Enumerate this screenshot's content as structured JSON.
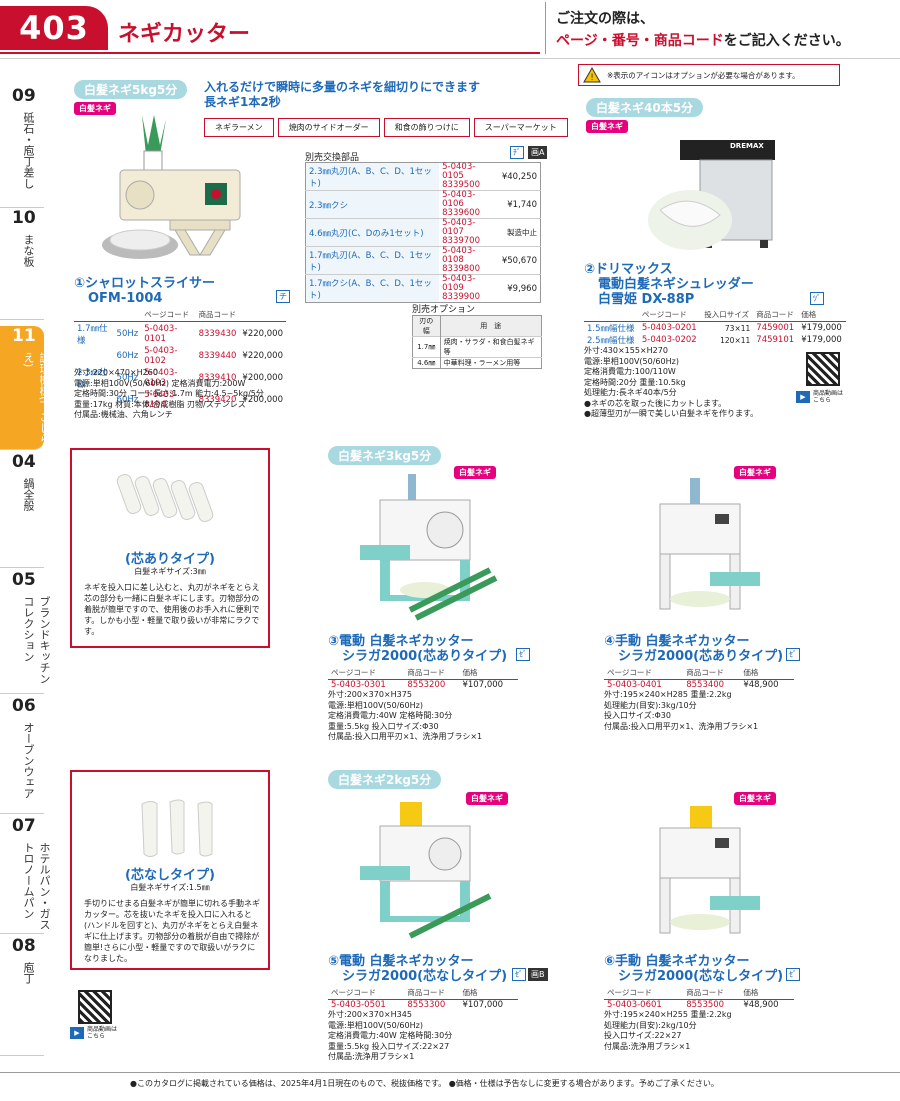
{
  "header": {
    "page_number": "403",
    "title": "ネギカッター",
    "order_line1": "ご注文の際は、",
    "order_line2_hl": "ページ・番号・商品コード",
    "order_line2_rest": "をご記入ください。"
  },
  "side_tabs": [
    {
      "num": "09",
      "label": "砥石・庖丁差し"
    },
    {
      "num": "10",
      "label": "まな板"
    },
    {
      "num": "11",
      "label": "調理機械(下ごしらえ)"
    },
    {
      "num": "04",
      "label": "鍋全般"
    },
    {
      "num": "05",
      "label": "ブランドキッチンコレクション"
    },
    {
      "num": "06",
      "label": "オーブンウェア"
    },
    {
      "num": "07",
      "label": "ホテルパン・ガストロノームパン"
    },
    {
      "num": "08",
      "label": "庖丁"
    }
  ],
  "icon_note": "※表示のアイコンはオプションが必要な場合があります。",
  "p1": {
    "badge": "白髪ネギ5kg5分",
    "tag": "白髪ネギ",
    "headline1": "入れるだけで瞬時に多量のネギを細切りにできます",
    "headline2": "長ネギ1本2秒",
    "keywords": [
      "ネギラーメン",
      "焼肉のサイドオーダー",
      "和食の飾りつけに",
      "スーパーマーケット"
    ],
    "title_num": "①",
    "title1": "シャロットスライサー",
    "title2": "OFM-1004",
    "icon": "チ",
    "th": [
      "",
      "ページコード",
      "商品コード",
      ""
    ],
    "rows": [
      {
        "a": "1.7㎜仕様",
        "b": "50Hz",
        "code": "5-0403-0101",
        "item": "8339430",
        "price": "¥220,000"
      },
      {
        "a": "",
        "b": "60Hz",
        "code": "5-0403-0102",
        "item": "8339440",
        "price": "¥220,000"
      },
      {
        "a": "2.3㎜仕様",
        "b": "50Hz",
        "code": "5-0403-0103",
        "item": "8339410",
        "price": "¥200,000"
      },
      {
        "a": "",
        "b": "60Hz",
        "code": "5-0403-0104",
        "item": "8339420",
        "price": "¥200,000"
      }
    ],
    "spec": [
      "外寸:220×470×H260",
      "電源:単相100V(50/60Hz) 定格消費電力:200W",
      "定格時間:30分 コード長さ:1.7m 能力:4.5~5kg/5分",
      "重量:17kg 材質:本体/合成樹脂 刃物/ステンレス",
      "付属品:機械油、六角レンチ"
    ]
  },
  "parts": {
    "title": "別売交換部品",
    "icons": [
      "ﾁﾞ",
      "画A"
    ],
    "rows": [
      {
        "name": "2.3㎜丸刃(A、B、C、D、1セット)",
        "code": "5-0403-0105",
        "item": "8339500",
        "price": "¥40,250"
      },
      {
        "name": "2.3㎜クシ",
        "code": "5-0403-0106",
        "item": "8339600",
        "price": "¥1,740"
      },
      {
        "name": "4.6㎜丸刃(C、Dのみ1セット)",
        "code": "5-0403-0107",
        "item": "8339700",
        "price": "製造中止"
      },
      {
        "name": "1.7㎜丸刃(A、B、C、D、1セット)",
        "code": "5-0403-0108",
        "item": "8339800",
        "price": "¥50,670"
      },
      {
        "name": "1.7㎜クシ(A、B、C、D、1セット)",
        "code": "5-0403-0109",
        "item": "8339900",
        "price": "¥9,960"
      }
    ],
    "opt_title": "別売オプション",
    "opt_head": [
      "刃の幅",
      "用　途"
    ],
    "opt_rows": [
      {
        "w": "1.7㎜",
        "use": "焼肉・サラダ・和食白髪ネギ等"
      },
      {
        "w": "4.6㎜",
        "use": "中華料理・ラーメン用等"
      }
    ]
  },
  "p2": {
    "badge": "白髪ネギ40本5分",
    "tag": "白髪ネギ",
    "brand": "DREMAX",
    "title_num": "②",
    "title1": "ドリマックス",
    "title2": "電動白髪ネギシュレッダー",
    "title3": "白雪姫 DX-88P",
    "icon": "ﾂﾞ",
    "th": [
      "",
      "ページコード",
      "投入口サイズ",
      "商品コード",
      "価格"
    ],
    "rows": [
      {
        "a": "1.5㎜幅仕様",
        "code": "5-0403-0201",
        "size": "73×11",
        "item": "7459001",
        "price": "¥179,000"
      },
      {
        "a": "2.5㎜幅仕様",
        "code": "5-0403-0202",
        "size": "120×11",
        "item": "7459101",
        "price": "¥179,000"
      }
    ],
    "spec": [
      "外寸:430×155×H270",
      "電源:単相100V(50/60Hz)",
      "定格消費電力:100/110W",
      "定格時間:20分 重量:10.5kg",
      "処理能力:長ネギ40本/5分",
      "●ネギの芯を取った後にカットします。",
      "●超薄型刃が一瞬で美しい白髪ネギを作ります。"
    ],
    "video": "商品動画は\nこちら"
  },
  "type1": {
    "title": "(芯ありタイプ)",
    "size": "白髪ネギサイズ:3㎜",
    "desc": "ネギを投入口に差し込むと、丸刃がネギをとらえ芯の部分も一緒に白髪ネギにします。刃物部分の着脱が簡単ですので、使用後のお手入れに便利です。しかも小型・軽量で取り扱いが非常にラクです。"
  },
  "type2": {
    "title": "(芯なしタイプ)",
    "size": "白髪ネギサイズ:1.5㎜",
    "desc": "手切りにせまる白髪ネギが簡単に切れる手動ネギカッター。芯を抜いたネギを投入口に入れると(ハンドルを回すと)、丸刃がネギをとらえ白髪ネギに仕上げます。刃物部分の着脱が自由で掃除が簡単!さらに小型・軽量ですので取扱いがラクになりました。"
  },
  "p3": {
    "badge": "白髪ネギ3kg5分",
    "tag": "白髪ネギ",
    "title_num": "③",
    "title1": "電動 白髪ネギカッター",
    "title2": "シラガ2000(芯ありタイプ)",
    "icon": "ｾﾞ",
    "th": [
      "ページコード",
      "商品コード",
      "価格"
    ],
    "code": "5-0403-0301",
    "item": "8553200",
    "price": "¥107,000",
    "spec": [
      "外寸:200×370×H375",
      "電源:単相100V(50/60Hz)",
      "定格消費電力:40W 定格時間:30分",
      "重量:5.5kg 投入口サイズ:Φ30",
      "付属品:投入口用平刃×1、洗浄用ブラシ×1"
    ]
  },
  "p4": {
    "tag": "白髪ネギ",
    "title_num": "④",
    "title1": "手動 白髪ネギカッター",
    "title2": "シラガ2000(芯ありタイプ)",
    "icon": "ｾﾞ",
    "th": [
      "ページコード",
      "商品コード",
      "価格"
    ],
    "code": "5-0403-0401",
    "item": "8553400",
    "price": "¥48,900",
    "spec": [
      "外寸:195×240×H285 重量:2.2kg",
      "処理能力(目安):3kg/10分",
      "投入口サイズ:Φ30",
      "付属品:投入口用平刃×1、洗浄用ブラシ×1"
    ]
  },
  "p5": {
    "badge": "白髪ネギ2kg5分",
    "tag": "白髪ネギ",
    "title_num": "⑤",
    "title1": "電動 白髪ネギカッター",
    "title2": "シラガ2000(芯なしタイプ)",
    "icon": "ｾﾞ",
    "icon2": "画B",
    "th": [
      "ページコード",
      "商品コード",
      "価格"
    ],
    "code": "5-0403-0501",
    "item": "8553300",
    "price": "¥107,000",
    "spec": [
      "外寸:200×370×H345",
      "電源:単相100V(50/60Hz)",
      "定格消費電力:40W 定格時間:30分",
      "重量:5.5kg 投入口サイズ:22×27",
      "付属品:洗浄用ブラシ×1"
    ]
  },
  "p6": {
    "tag": "白髪ネギ",
    "title_num": "⑥",
    "title1": "手動 白髪ネギカッター",
    "title2": "シラガ2000(芯なしタイプ)",
    "icon": "ｾﾞ",
    "th": [
      "ページコード",
      "商品コード",
      "価格"
    ],
    "code": "5-0403-0601",
    "item": "8553500",
    "price": "¥48,900",
    "spec": [
      "外寸:195×240×H255 重量:2.2kg",
      "処理能力(目安):2kg/10分",
      "投入口サイズ:22×27",
      "付属品:洗浄用ブラシ×1"
    ]
  },
  "video_bottom": "商品動画は\nこちら",
  "footer": "●このカタログに掲載されている価格は、2025年4月1日現在のもので、税抜価格です。 ●価格・仕様は予告なしに変更する場合があります。予めご了承ください。"
}
